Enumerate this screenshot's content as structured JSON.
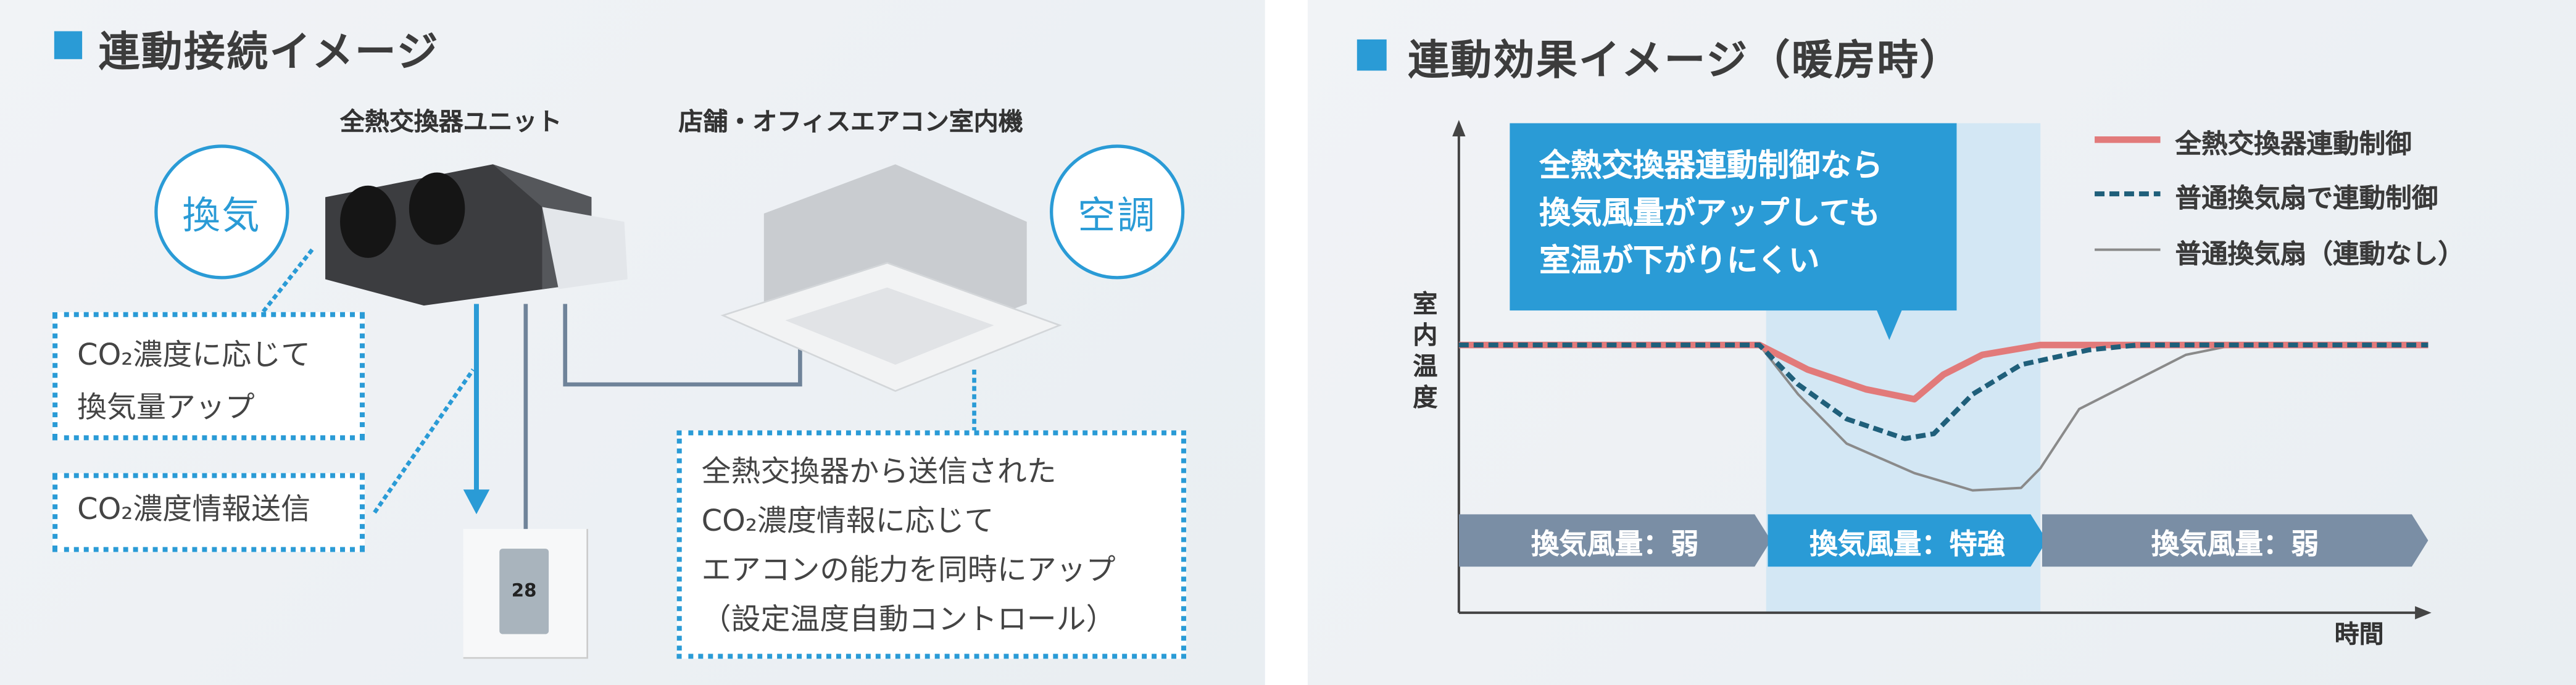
{
  "left": {
    "title": "連動接続イメージ",
    "unit_label": "全熱交換器ユニット",
    "ac_label": "店舗・オフィスエアコン室内機",
    "circle_ventilation": "換気",
    "circle_aircon": "空調",
    "box1": [
      "CO₂濃度に応じて",
      "換気量アップ"
    ],
    "box2": [
      "CO₂濃度情報送信"
    ],
    "box3": [
      "全熱交換器から送信された",
      "CO₂濃度情報に応じて",
      "エアコンの能力を同時にアップ",
      "（設定温度自動コントロール）"
    ],
    "remote_display": "28"
  },
  "right": {
    "title": "連動効果イメージ（暖房時）",
    "callout": [
      "全熱交換器連動制御なら",
      "換気風量がアップしても",
      "室温が下がりにくい"
    ],
    "bars": [
      "換気風量：弱",
      "換気風量：特強",
      "換気風量：弱"
    ],
    "colors": {
      "accent": "#2a9bd6",
      "red": "#e27a7a",
      "dashed": "#1f5f7a",
      "gray": "#8a8a8a",
      "bar_gray": "#7a8ea5",
      "band": "#d3e7f4"
    }
  },
  "chart_data": {
    "type": "line",
    "title": "連動効果イメージ（暖房時）",
    "xlabel": "時間",
    "ylabel": "室内温度",
    "xlim": [
      0,
      100
    ],
    "ylim": [
      16,
      24
    ],
    "highlight_band": [
      31.7,
      60
    ],
    "legend_position": "top-right",
    "series": [
      {
        "name": "全熱交換器連動制御",
        "style": "solid-thick",
        "points": [
          [
            0,
            20
          ],
          [
            31,
            20
          ],
          [
            36,
            19.5
          ],
          [
            42,
            19.1
          ],
          [
            47,
            18.9
          ],
          [
            50,
            19.4
          ],
          [
            54,
            19.8
          ],
          [
            60,
            20
          ],
          [
            100,
            20
          ]
        ]
      },
      {
        "name": "普通換気扇で連動制御",
        "style": "dashed",
        "points": [
          [
            0,
            20
          ],
          [
            31,
            20
          ],
          [
            35,
            19.2
          ],
          [
            40,
            18.5
          ],
          [
            46,
            18.1
          ],
          [
            49,
            18.2
          ],
          [
            53,
            19.0
          ],
          [
            58,
            19.6
          ],
          [
            65,
            19.9
          ],
          [
            70,
            20
          ],
          [
            100,
            20
          ]
        ]
      },
      {
        "name": "普通換気扇（連動なし）",
        "style": "solid-thin",
        "points": [
          [
            0,
            20
          ],
          [
            31,
            20
          ],
          [
            35,
            19.0
          ],
          [
            40,
            18.0
          ],
          [
            47,
            17.4
          ],
          [
            53,
            17.05
          ],
          [
            58,
            17.1
          ],
          [
            60,
            17.5
          ],
          [
            64,
            18.7
          ],
          [
            75,
            19.8
          ],
          [
            80,
            20
          ],
          [
            100,
            20
          ]
        ]
      }
    ]
  }
}
